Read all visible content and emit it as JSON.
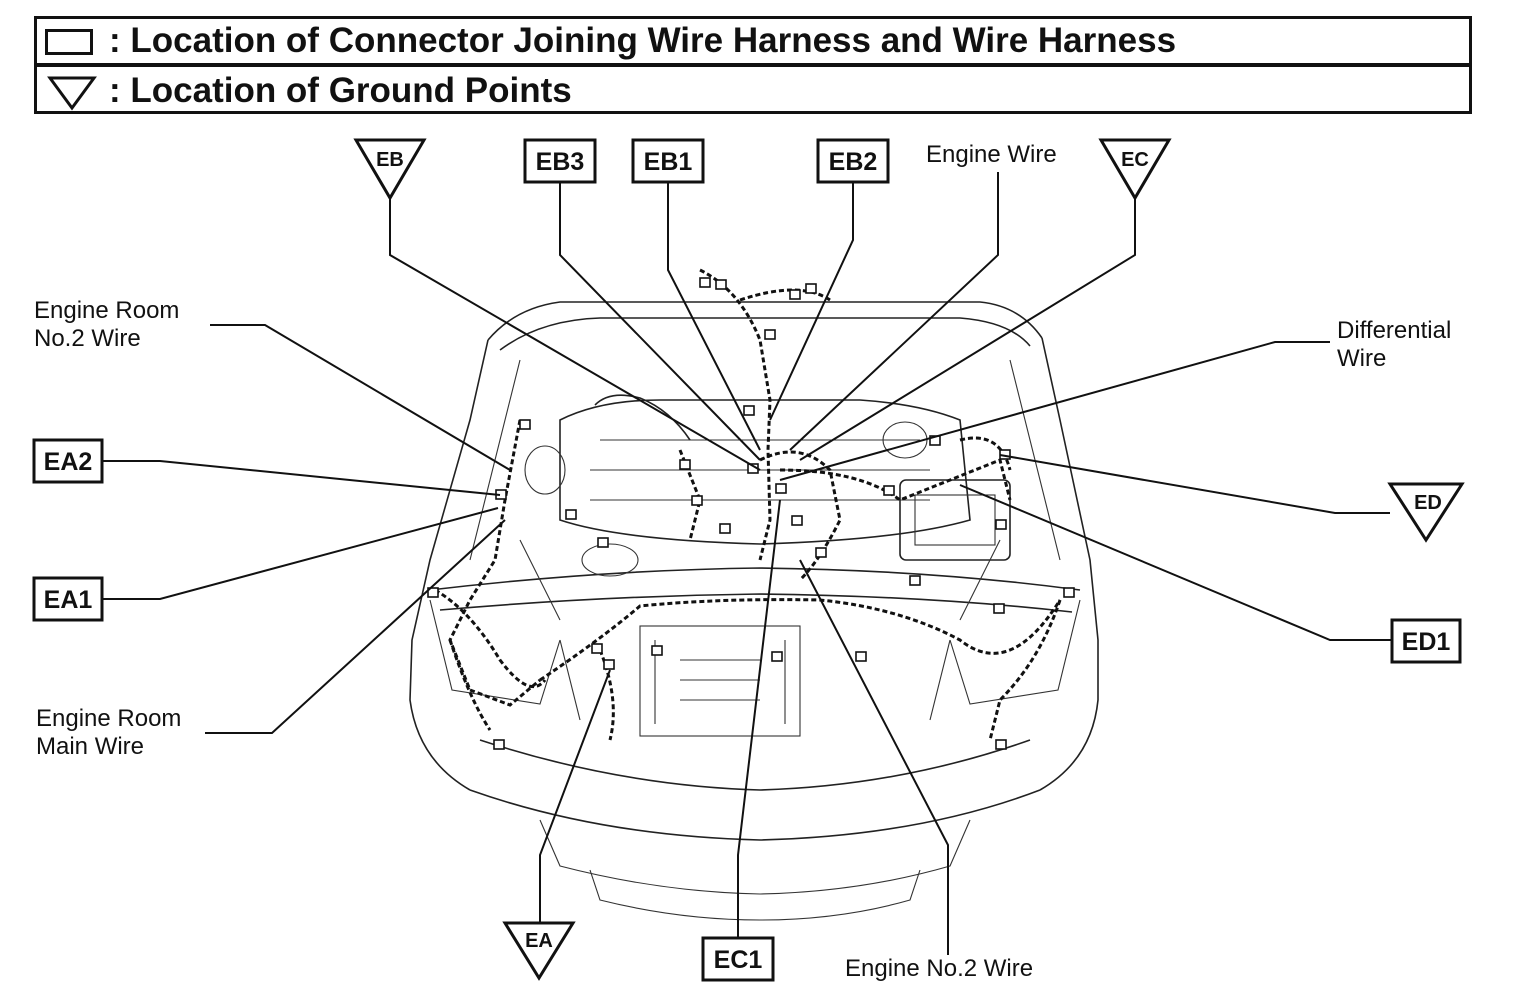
{
  "legend": {
    "connector_text": ": Location of Connector Joining Wire Harness and Wire Harness",
    "ground_text": ": Location of Ground Points"
  },
  "connectors": {
    "eb3": "EB3",
    "eb1": "EB1",
    "eb2": "EB2",
    "ea2": "EA2",
    "ea1": "EA1",
    "ed1": "ED1",
    "ec1": "EC1"
  },
  "grounds": {
    "eb": "EB",
    "ec": "EC",
    "ed": "ED",
    "ea": "EA"
  },
  "wires": {
    "engine_wire": "Engine Wire",
    "engine_room_no2_line1": "Engine Room",
    "engine_room_no2_line2": "No.2 Wire",
    "differential_line1": "Differential",
    "differential_line2": "Wire",
    "engine_room_main_line1": "Engine Room",
    "engine_room_main_line2": "Main Wire",
    "engine_no2_wire": "Engine No.2 Wire"
  }
}
